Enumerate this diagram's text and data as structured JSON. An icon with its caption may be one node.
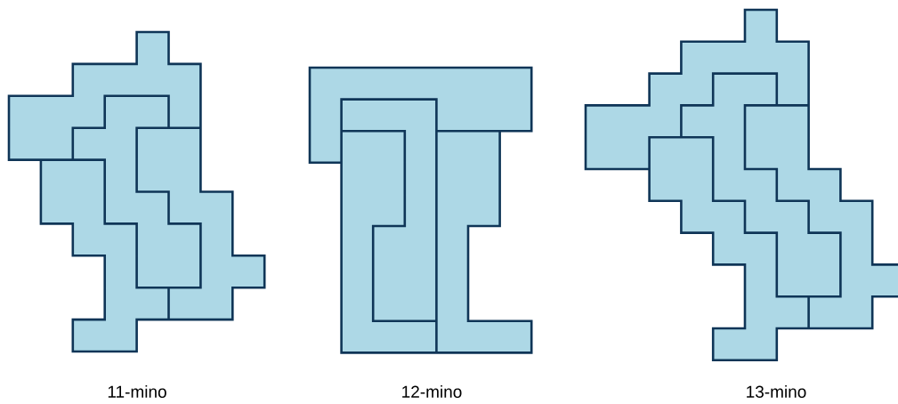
{
  "diagram": {
    "labels": [
      "11-mino",
      "12-mino",
      "13-mino"
    ]
  }
}
